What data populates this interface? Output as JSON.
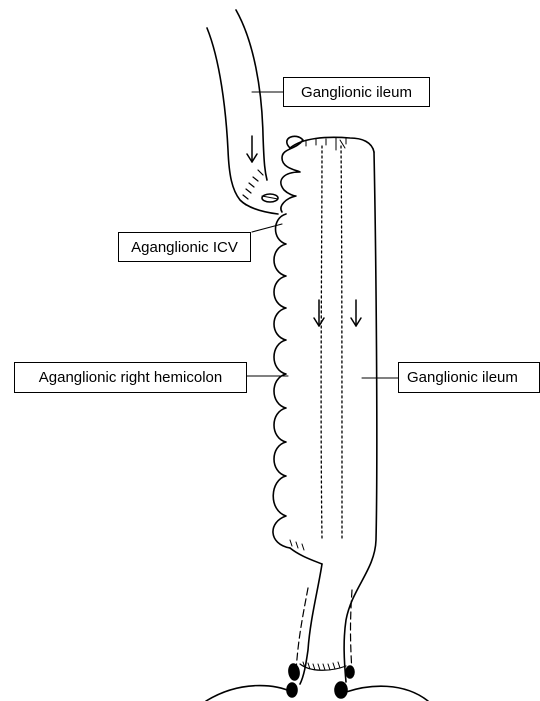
{
  "labels": {
    "ileum_top": "Ganglionic ileum",
    "icv": "Aganglionic ICV",
    "right_hemicolon": "Aganglionic right hemicolon",
    "ileum_right": "Ganglionic ileum"
  }
}
